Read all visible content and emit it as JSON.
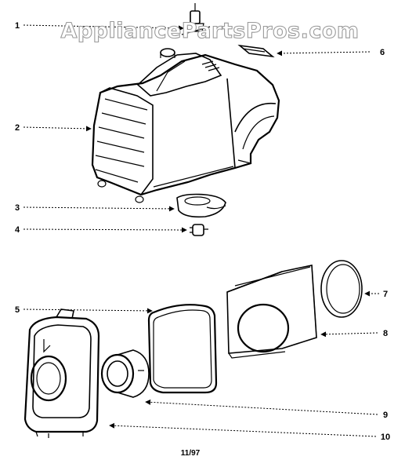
{
  "watermark": "AppliancePartsPros.com",
  "date_code": "11/97",
  "callouts": {
    "c1": "1",
    "c2": "2",
    "c3": "3",
    "c4": "4",
    "c5": "5",
    "c6": "6",
    "c7": "7",
    "c8": "8",
    "c9": "9",
    "c10": "10"
  }
}
